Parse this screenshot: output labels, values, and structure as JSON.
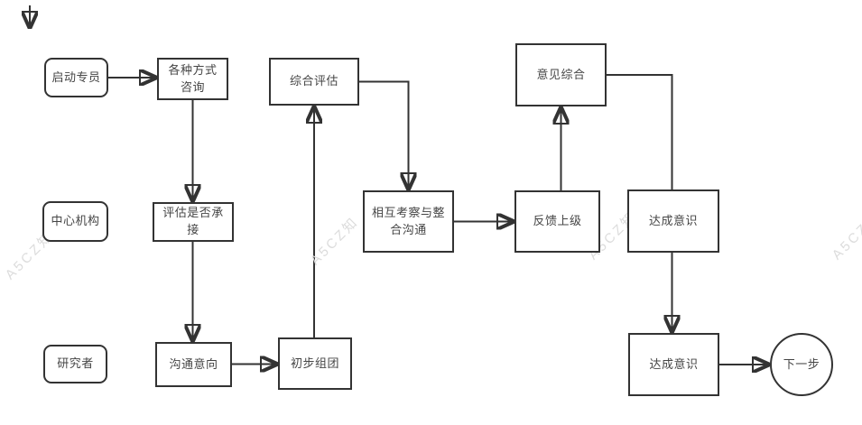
{
  "diagram": {
    "type": "flowchart",
    "palette": {
      "line": "#333333",
      "box_border": "#333333",
      "text": "#454545",
      "background": "#ffffff",
      "watermark": "#dcdcdc"
    }
  },
  "watermark": {
    "text": "A5CZ知"
  },
  "nodes": [
    {
      "id": "start-specialist",
      "label": "启动专员",
      "shape": "rounded"
    },
    {
      "id": "consult-various-ways",
      "label": "各种方式\n咨询",
      "shape": "rect"
    },
    {
      "id": "comprehensive-evaluation",
      "label": "综合评估",
      "shape": "rect"
    },
    {
      "id": "opinion-synthesis",
      "label": "意见综合",
      "shape": "rect"
    },
    {
      "id": "central-institution",
      "label": "中心机构",
      "shape": "rounded"
    },
    {
      "id": "evaluate-acceptance",
      "label": "评估是否承\n接",
      "shape": "rect"
    },
    {
      "id": "mutual-inspection-communication",
      "label": "相互考察与整\n合沟通",
      "shape": "rect"
    },
    {
      "id": "feedback-superior",
      "label": "反馈上级",
      "shape": "rect"
    },
    {
      "id": "reach-consensus-mid",
      "label": "达成意识",
      "shape": "rect"
    },
    {
      "id": "researcher",
      "label": "研究者",
      "shape": "rounded"
    },
    {
      "id": "communicate-intention",
      "label": "沟通意向",
      "shape": "rect"
    },
    {
      "id": "preliminary-grouping",
      "label": "初步组团",
      "shape": "rect"
    },
    {
      "id": "reach-consensus-bottom",
      "label": "达成意识",
      "shape": "rect"
    },
    {
      "id": "next-step",
      "label": "下一步",
      "shape": "circle"
    }
  ]
}
